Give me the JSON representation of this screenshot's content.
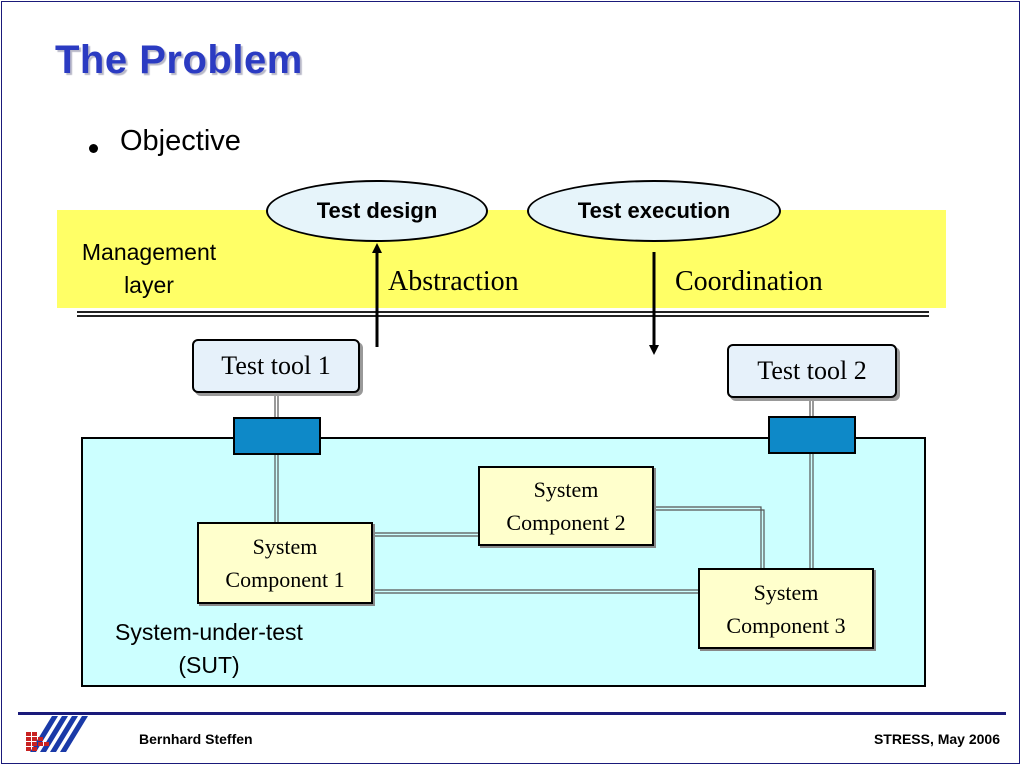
{
  "slide": {
    "title": "The Problem",
    "bullet": "Objective"
  },
  "management": {
    "label_line1": "Management",
    "label_line2": "layer",
    "ellipses": {
      "test_design": "Test design",
      "test_execution": "Test execution"
    },
    "abstraction_label": "Abstraction",
    "coordination_label": "Coordination"
  },
  "tools": {
    "tool1": "Test tool 1",
    "tool2": "Test tool 2"
  },
  "sut": {
    "label_line1": "System-under-test",
    "label_line2": "(SUT)",
    "components": {
      "c1": {
        "line1": "System",
        "line2": "Component 1"
      },
      "c2": {
        "line1": "System",
        "line2": "Component 2"
      },
      "c3": {
        "line1": "System",
        "line2": "Component 3"
      }
    }
  },
  "footer": {
    "author": "Bernhard Steffen",
    "event": "STRESS, May 2006"
  },
  "colors": {
    "title": "#2b3bc2",
    "management_band": "#ffff66",
    "sut_background": "#ccffff",
    "component_fill": "#ffffcc",
    "adapter_fill": "#0e89c8",
    "tool_fill": "#e6f1fa",
    "ellipse_fill": "#e6f4fa"
  }
}
